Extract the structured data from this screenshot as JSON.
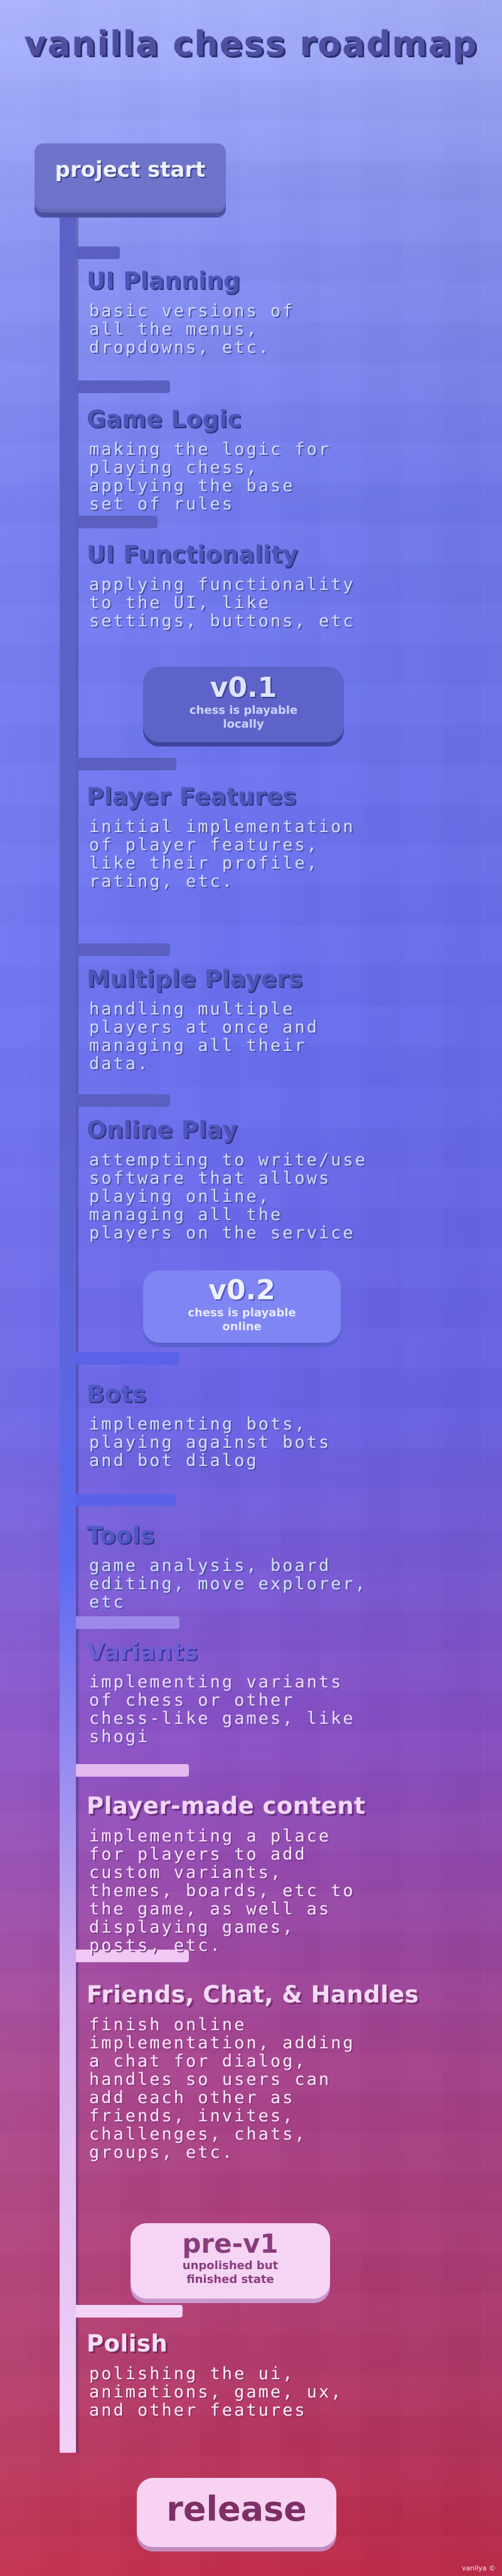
{
  "title": "vanilla chess roadmap",
  "start_label": "project start",
  "stages": [
    {
      "title": "UI Planning",
      "desc": "basic versions of\nall the menus,\ndropdowns, etc."
    },
    {
      "title": "Game Logic",
      "desc": "making the logic for\nplaying chess,\napplying the base\nset of rules"
    },
    {
      "title": "UI Functionality",
      "desc": "applying functionality\nto the UI, like\nsettings, buttons, etc"
    },
    {
      "title": "Player Features",
      "desc": "initial implementation\nof player features,\nlike their profile,\nrating, etc."
    },
    {
      "title": "Multiple Players",
      "desc": "handling multiple\nplayers at once and\nmanaging all their\ndata."
    },
    {
      "title": "Online Play",
      "desc": "attempting to write/use\nsoftware that allows\nplaying online,\nmanaging all the\nplayers on the service"
    },
    {
      "title": "Bots",
      "desc": "implementing bots,\nplaying against bots\nand bot dialog"
    },
    {
      "title": "Tools",
      "desc": "game analysis, board\nediting, move explorer,\netc"
    },
    {
      "title": "Variants",
      "desc": "implementing variants\nof chess or other\nchess-like games, like\nshogi"
    },
    {
      "title": "Player-made content",
      "desc": "implementing a place\nfor players to add\ncustom variants,\nthemes, boards, etc to\nthe game, as well as\ndisplaying games,\nposts, etc."
    },
    {
      "title": "Friends, Chat, & Handles",
      "desc": "finish online\nimplementation, adding\na chat for dialog,\nhandles so users can\nadd each other as\nfriends, invites,\nchallenges, chats,\ngroups, etc."
    },
    {
      "title": "Polish",
      "desc": "polishing the ui,\nanimations, game, ux,\nand other features"
    }
  ],
  "milestones": [
    {
      "version": "v0.1",
      "sub": "chess is playable\nlocally"
    },
    {
      "version": "v0.2",
      "sub": "chess is playable\nonline"
    },
    {
      "version": "pre-v1",
      "sub": "unpolished but\nfinished state"
    },
    {
      "version": "release",
      "sub": ""
    }
  ],
  "credit": "vanilya ©",
  "colors": {
    "rail_top": "#5d62c8",
    "rail_bottom": "#f2d0f7",
    "bg_top": "#a9b3ff",
    "bg_bottom": "#c02a48"
  }
}
